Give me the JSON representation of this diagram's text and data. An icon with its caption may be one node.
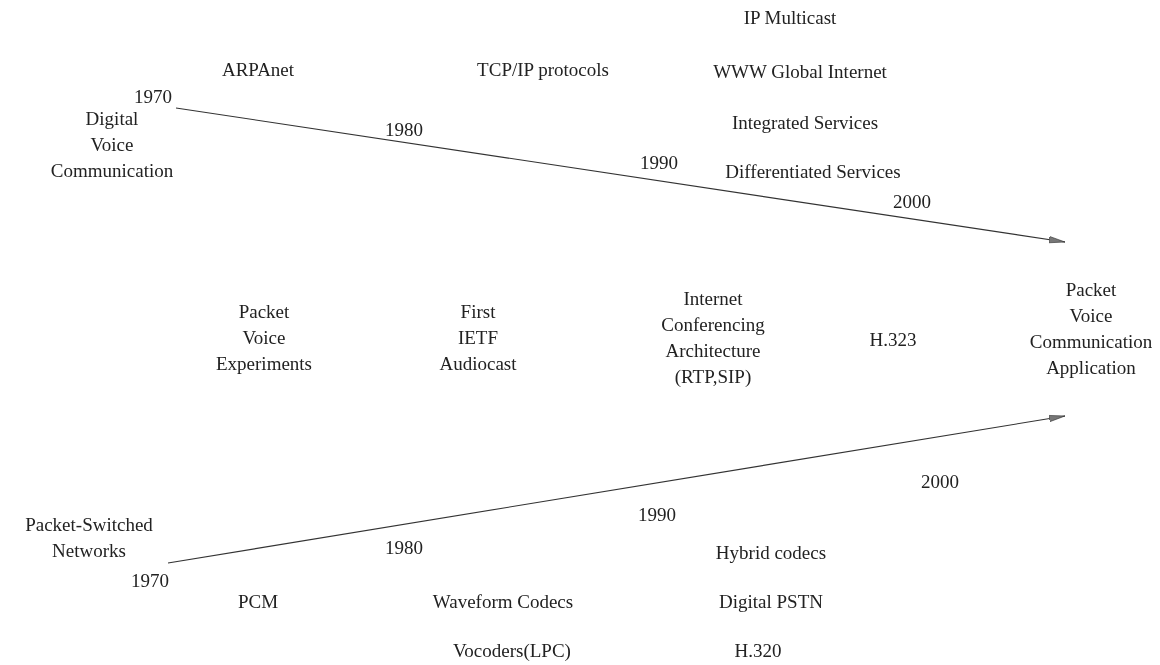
{
  "diagram": {
    "nodes": [
      {
        "text": [
          "Digital Voice Communication"
        ]
      },
      {
        "text": [
          "Packet Voice Communication Application"
        ]
      },
      {
        "text": [
          "Packet-Switched Networks"
        ]
      }
    ],
    "edges": [
      {
        "from": 0,
        "to": 1,
        "arrow": "to"
      },
      {
        "from": 2,
        "to": 1,
        "arrow": "to"
      }
    ],
    "labels": [
      "IP Multicast",
      "ARPAnet",
      "TCP/IP protocols",
      "WWW Global Internet",
      "1970",
      "1980",
      "Integrated Services",
      "1990",
      "Differentiated Services",
      "2000",
      "Packet Voice Experiments",
      "First IETF Audiocast",
      "Internet Conferencing Architecture (RTP,SIP)",
      "H.323",
      "2000",
      "1990",
      "1980",
      "Hybrid codecs",
      "1970",
      "PCM",
      "Waveform Codecs",
      "Digital PSTN",
      "Vocoders(LPC)",
      "H.320"
    ]
  }
}
